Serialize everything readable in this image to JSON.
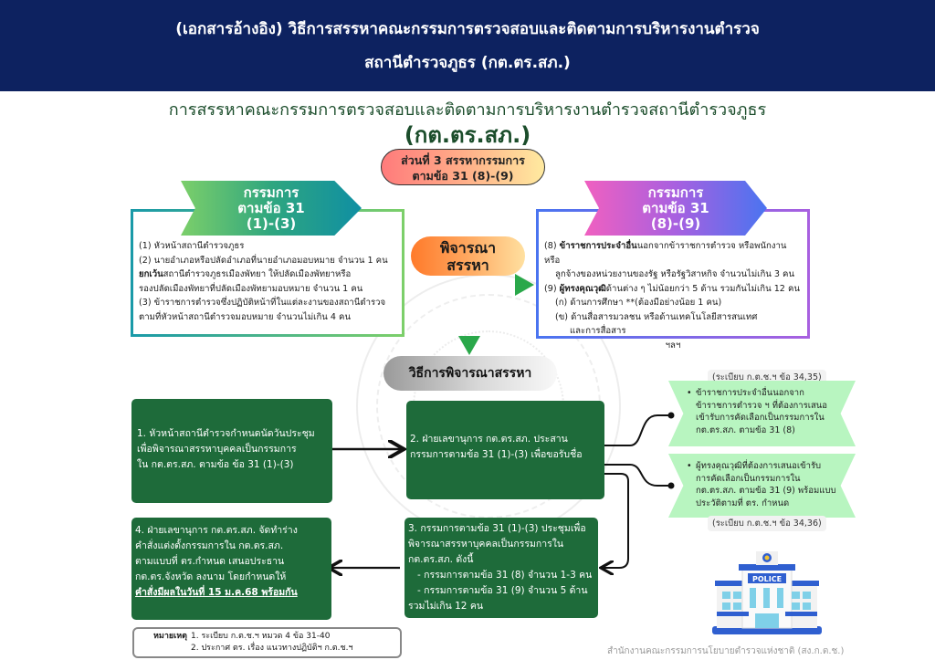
{
  "header": {
    "line1": "(เอกสารอ้างอิง)  วิธีการสรรหาคณะกรรมการตรวจสอบและติดตามการบริหารงานตำรวจ",
    "line2": "สถานีตำรวจภูธร (กต.ตร.สภ.)",
    "background_color": "#0d2260"
  },
  "title": {
    "main": "การสรรหาคณะกรรมการตรวจสอบและติดตามการบริหารงานตำรวจสถานีตำรวจภูธร",
    "abbr": "(กต.ตร.สภ.)"
  },
  "part_label": {
    "line1": "ส่วนที่ 3 สรรหากรรมการ",
    "line2": "ตามข้อ 31 (8)-(9)"
  },
  "left_group": {
    "banner": [
      "กรรมการ",
      "ตามข้อ 31",
      "(1)-(3)"
    ],
    "items": [
      {
        "text": "(1) หัวหน้าสถานีตำรวจภูธร"
      },
      {
        "text": "(2) นายอำเภอหรือปลัดอำเภอที่นายอำเภอมอบหมาย จำนวน 1 คน"
      },
      {
        "bold": "ยกเว้น",
        "text": "สถานีตำรวจภูธรเมืองพัทยา ให้ปลัดเมืองพัทยาหรือ"
      },
      {
        "text": "รองปลัดเมืองพัทยาที่ปลัดเมืองพัทยามอบหมาย จำนวน 1 คน"
      },
      {
        "text": "(3) ข้าราชการตำรวจซึ่งปฏิบัติหน้าที่ในแต่ละงานของสถานีตำรวจ"
      },
      {
        "text": "ตามที่หัวหน้าสถานีตำรวจมอบหมาย จำนวนไม่เกิน 4 คน"
      }
    ]
  },
  "right_group": {
    "banner": [
      "กรรมการ",
      "ตามข้อ 31",
      "(8)-(9)"
    ],
    "items": [
      {
        "prefix": "(8) ",
        "bold": "ข้าราชการประจำอื่น",
        "text": "นอกจากข้าราชการตำรวจ หรือพนักงาน หรือ"
      },
      {
        "text": "ลูกจ้างของหน่วยงานของรัฐ หรือรัฐวิสาหกิจ จำนวนไม่เกิน 3 คน"
      },
      {
        "prefix": "(9) ",
        "bold": "ผู้ทรงคุณวุฒิ",
        "text": "ด้านต่าง ๆ ไม่น้อยกว่า 5 ด้าน รวมกันไม่เกิน 12 คน"
      },
      {
        "text": "(ก) ด้านการศึกษา **(ต้องมีอย่างน้อย 1 คน)"
      },
      {
        "text": "(ข) ด้านสื่อสารมวลชน หรือด้านเทคโนโลยีสารสนเทศ"
      },
      {
        "text": "และการสื่อสาร"
      },
      {
        "text": "ฯลฯ"
      }
    ]
  },
  "consider": {
    "line1": "พิจารณา",
    "line2": "สรรหา"
  },
  "method_label": "วิธีการพิจารณาสรรหา",
  "steps": {
    "s1": [
      "1. หัวหน้าสถานีตำรวจกำหนดนัดวันประชุม",
      "เพื่อพิจารณาสรรหาบุคคลเป็นกรรมการ",
      "ใน กต.ตร.สภ. ตามข้อ ข้อ 31 (1)-(3)"
    ],
    "s2": [
      "2. ฝ่ายเลขานุการ กต.ตร.สภ. ประสาน",
      "กรรมการตามข้อ 31 (1)-(3) เพื่อขอรับชื่อ"
    ],
    "s3": [
      "3. กรรมการตามข้อ 31 (1)-(3) ประชุมเพื่อ",
      "พิจารณาสรรหาบุคคลเป็นกรรมการใน",
      "กต.ตร.สภ. ดังนี้",
      "   - กรรมการตามข้อ 31 (8) จำนวน 1-3 คน",
      "   - กรรมการตามข้อ 31 (9) จำนวน 5 ด้าน",
      "รวมไม่เกิน 12 คน"
    ],
    "s4": [
      "4. ฝ่ายเลขานุการ กต.ตร.สภ. จัดทำร่าง",
      "คำสั่งแต่งตั้งกรรมการใน กต.ตร.สภ.",
      "ตามแบบที่ ตร.กำหนด เสนอประธาน",
      "กต.ตร.จังหวัด ลงนาม โดยกำหนดให้"
    ],
    "s4_emphasis": "คำสั่งมีผลในวันที่ 15 ม.ค.68 พร้อมกัน"
  },
  "ribbons": {
    "ref_top": "(ระเบียบ ก.ต.ช.ฯ ข้อ 34,35)",
    "r1": [
      "ข้าราชการประจำอื่นนอกจาก",
      "ข้าราชการตำรวจ ฯ ที่ต้องการเสนอ",
      "เข้ารับการคัดเลือกเป็นกรรมการใน",
      "กต.ตร.สภ. ตามข้อ 31 (8)"
    ],
    "r2": [
      "ผู้ทรงคุณวุฒิที่ต้องการเสนอเข้ารับ",
      "การคัดเลือกเป็นกรรมการใน",
      "กต.ตร.สภ. ตามข้อ 31 (9) พร้อมแบบ",
      "ประวัติตามที่ ตร. กำหนด"
    ],
    "ref_bottom": "(ระเบียบ ก.ต.ช.ฯ ข้อ 34,36)",
    "bullet": "•"
  },
  "note": {
    "label": "หมายเหตุ",
    "items": [
      "1. ระเบียบ ก.ต.ช.ฯ หมวด 4 ข้อ 31-40",
      "2. ประกาศ ตร. เรื่อง แนวทางปฏิบัติฯ ก.ต.ช.ฯ"
    ]
  },
  "police_building": {
    "sign": "POLICE",
    "icon": "police-station-icon"
  },
  "footer": {
    "org": "สำนักงานคณะกรรมการนโยบายตำรวจแห่งชาติ (สง.ก.ต.ช.)"
  }
}
